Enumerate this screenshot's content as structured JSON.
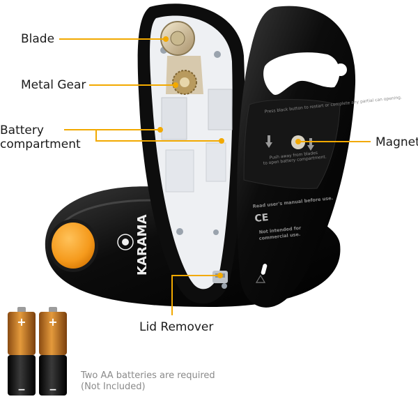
{
  "labels": {
    "blade": "Blade",
    "metal_gear": "Metal Gear",
    "battery_line1": "Battery",
    "battery_line2": "compartment",
    "magnet": "Magnet",
    "lid_remover": "Lid Remover"
  },
  "brand": "KARAMA",
  "device_text": {
    "press": "Press black button to restart or complete any partial can opening.",
    "push_line1": "Push away from blades",
    "push_line2": "to open battery compartment.",
    "manual": "Read user's manual before use.",
    "ce": "CE",
    "not_intended_line1": "Not intended for",
    "not_intended_line2": "commercial use."
  },
  "battery_polarity": {
    "plus": "+",
    "minus": "−"
  },
  "note_line1": "Two AA batteries are required",
  "note_line2": "(Not Included)",
  "colors": {
    "callout": "#f2a900",
    "button": "#f59a1c",
    "body_black": "#111111",
    "inner_white": "#eef0f3"
  }
}
